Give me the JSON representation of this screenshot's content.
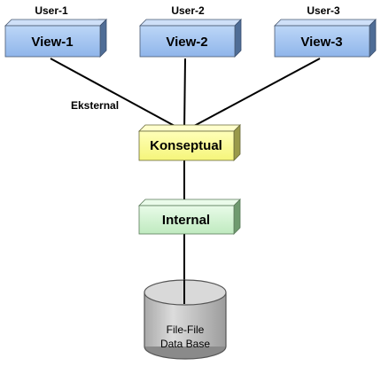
{
  "users": [
    "User-1",
    "User-2",
    "User-3"
  ],
  "views": [
    "View-1",
    "View-2",
    "View-3"
  ],
  "external_label": "Eksternal",
  "conceptual_label": "Konseptual",
  "internal_label": "Internal",
  "database": {
    "line1": "File-File",
    "line2": "Data Base"
  },
  "colors": {
    "view_front": "#a8c8f2",
    "view_top": "#cfe0f8",
    "view_side": "#4f6d96",
    "conceptual_front": "#ffff99",
    "conceptual_top": "#ffffcc",
    "conceptual_side": "#9a9a4a",
    "internal_front": "#d4f5d4",
    "internal_top": "#eafbea",
    "internal_side": "#6f9a6f",
    "database_body": "#c8c8c8",
    "database_top": "#d9d9d9",
    "line": "#000000"
  }
}
